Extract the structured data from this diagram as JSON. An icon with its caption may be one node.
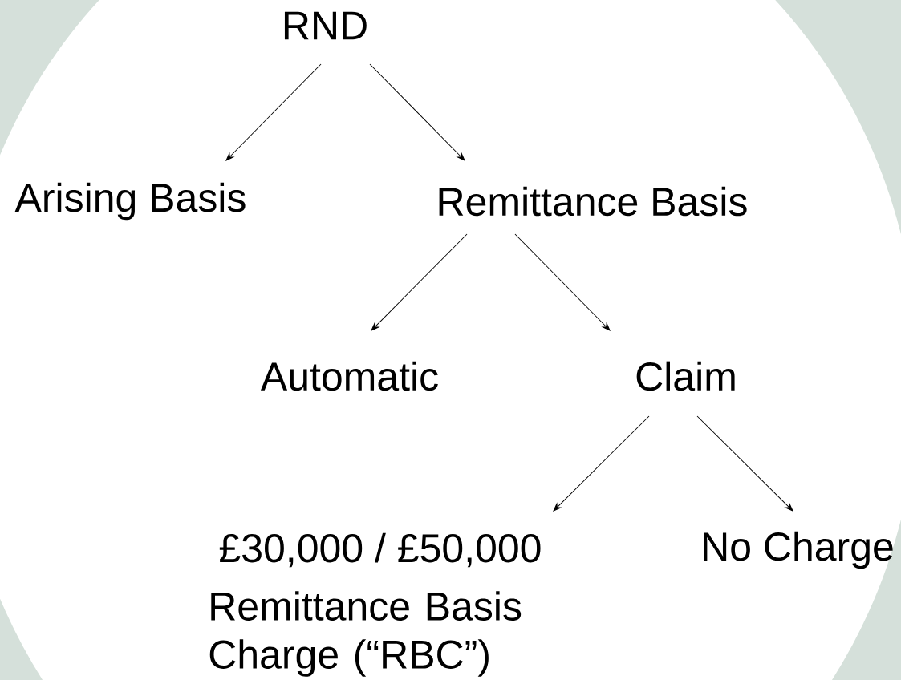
{
  "diagram": {
    "nodes": [
      {
        "text": [
          "RND"
        ]
      },
      {
        "text": [
          "Arising Basis"
        ]
      },
      {
        "text": [
          "Remittance Basis"
        ]
      },
      {
        "text": [
          "Automatic"
        ]
      },
      {
        "text": [
          "Claim"
        ]
      },
      {
        "text": [
          "£30,000 / £50,000"
        ],
        "beside": [
          "Remittance Basis Charge (“RBC”)"
        ]
      },
      {
        "text": [
          "No Charge"
        ]
      }
    ],
    "edges": [
      {
        "from": 0,
        "to": 1,
        "arrow": "to"
      },
      {
        "from": 0,
        "to": 2,
        "arrow": "to"
      },
      {
        "from": 2,
        "to": 3,
        "arrow": "to"
      },
      {
        "from": 2,
        "to": 4,
        "arrow": "to"
      },
      {
        "from": 4,
        "to": 5,
        "arrow": "to"
      },
      {
        "from": 4,
        "to": 6,
        "arrow": "to"
      }
    ]
  }
}
